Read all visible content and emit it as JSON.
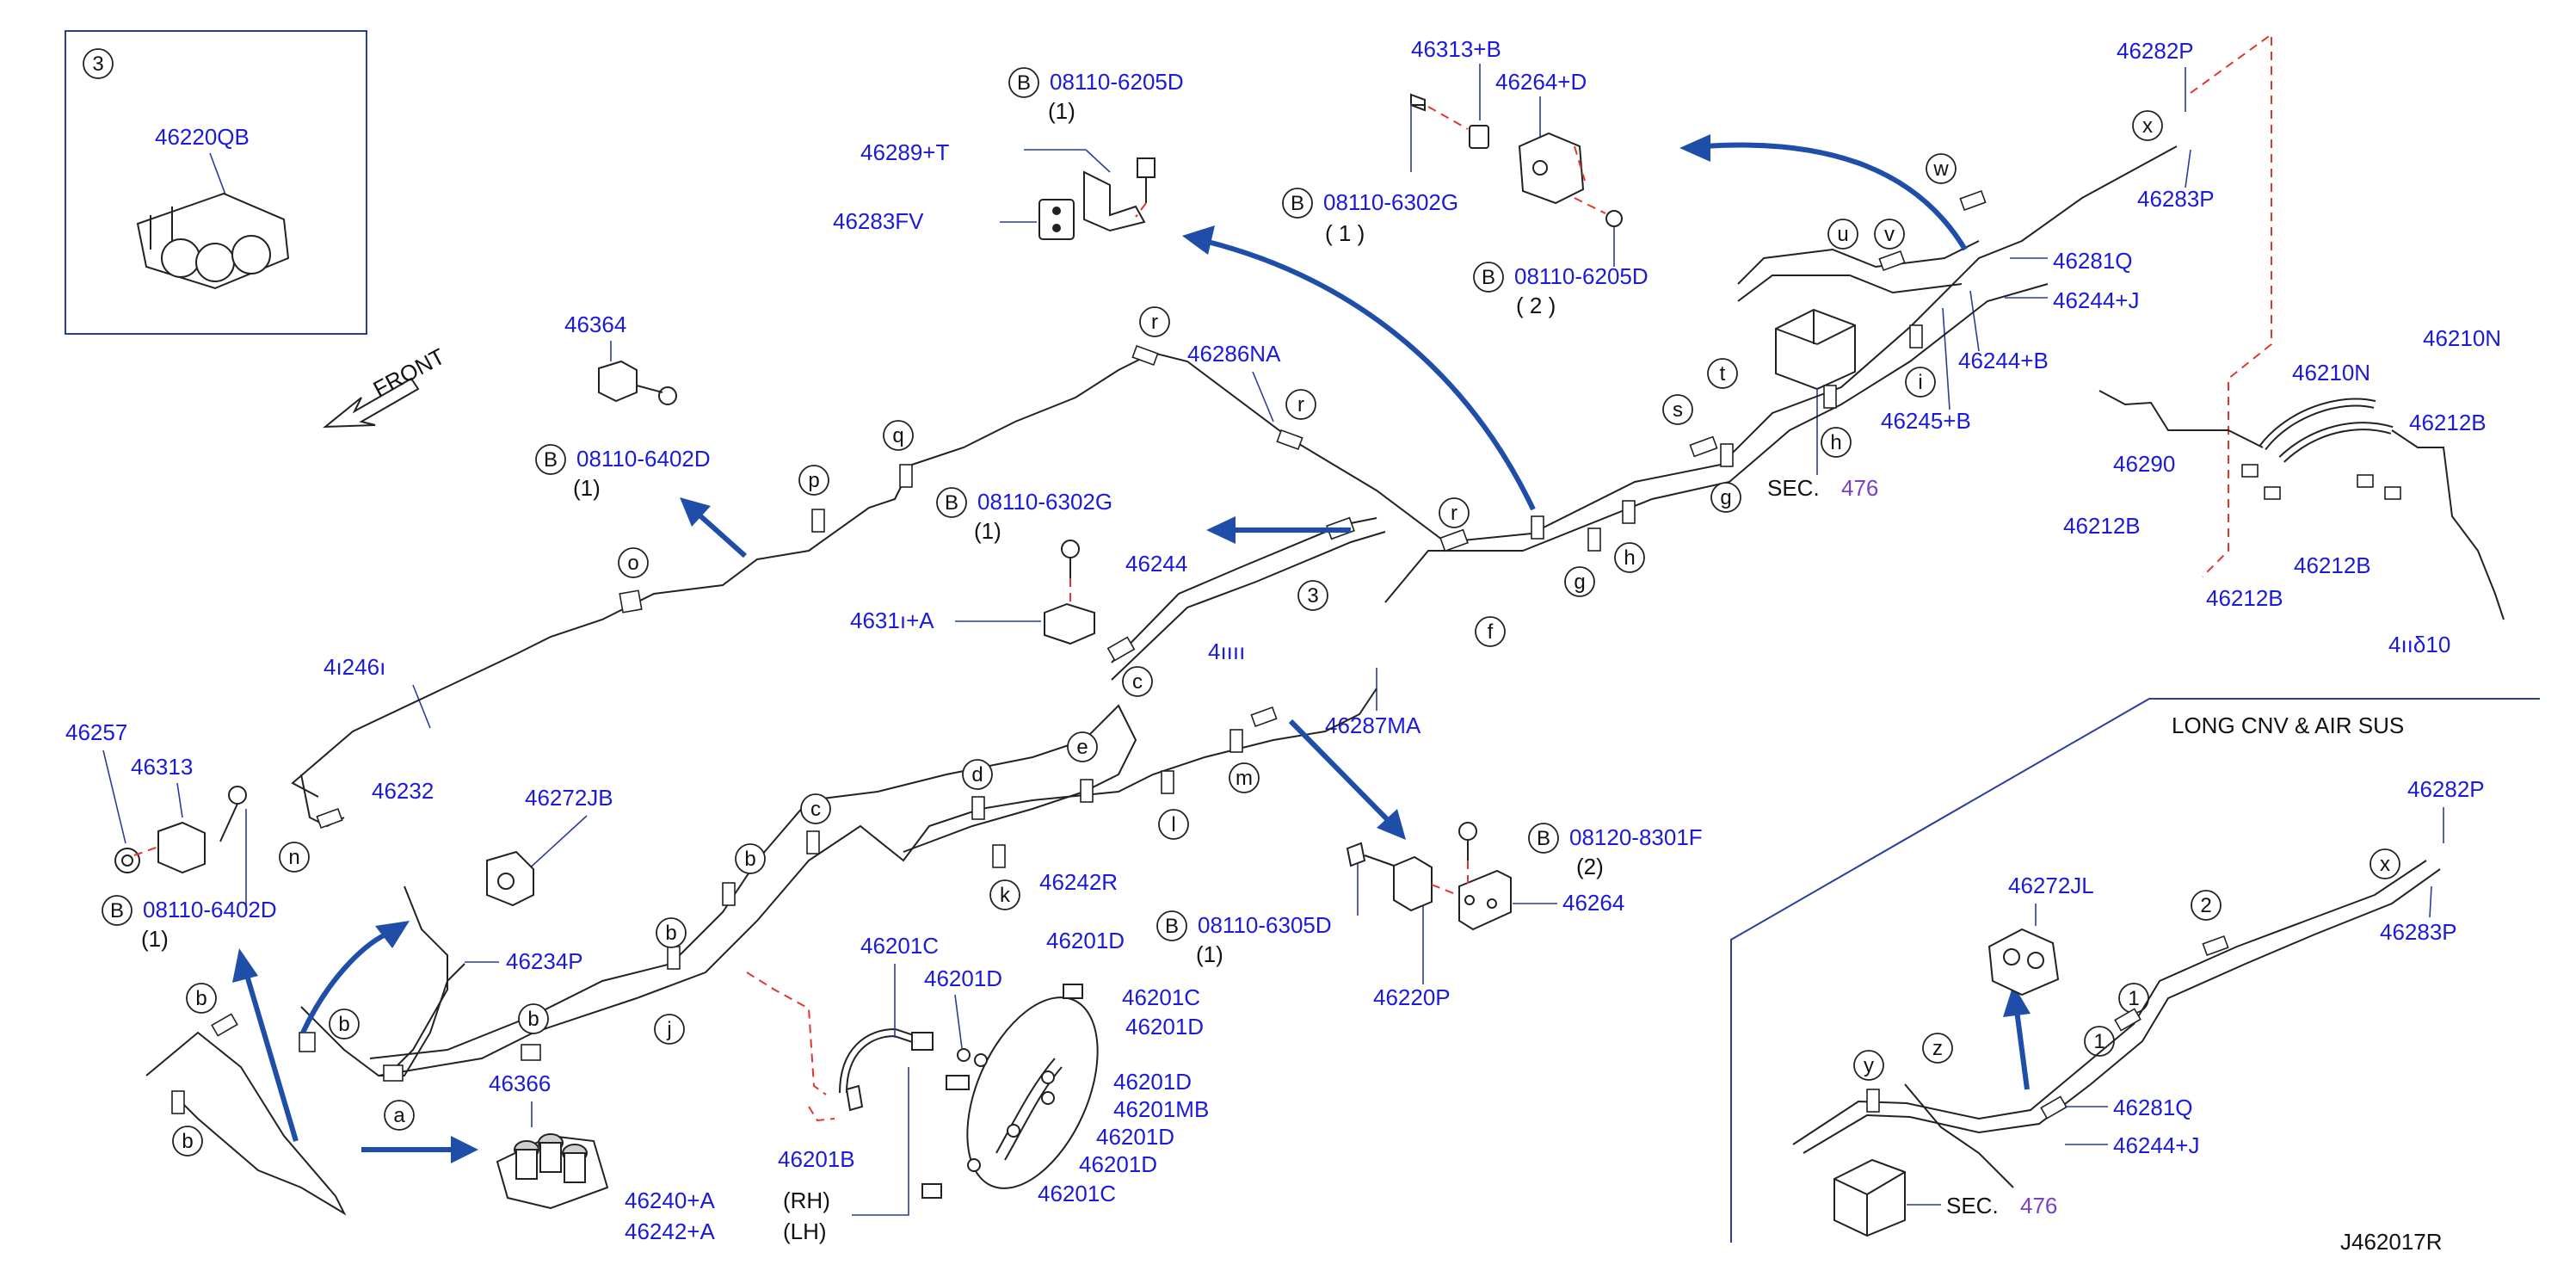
{
  "diagram_id": "J462017R",
  "front_label": "FRONT",
  "inset_variant_title": "LONG   CNV   &   AIR   SUS",
  "inset_box_number": "3",
  "section_ref": {
    "prefix": "SEC.",
    "number": "476"
  },
  "part_numbers": {
    "p46220QB": "46220QB",
    "p08110_6205D_a": "08110-6205D",
    "p46289T": "46289+T",
    "p46283FV": "46283FV",
    "p46313B": "46313+B",
    "p46264D": "46264+D",
    "p08110_6302G_a": "08110-6302G",
    "p08110_6205D_b": "08110-6205D",
    "p46282P_a": "46282P",
    "p46283P_a": "46283P",
    "p46281Q_a": "46281Q",
    "p46244J_a": "46244+J",
    "p46244B": "46244+B",
    "p46245B": "46245+B",
    "p46210N_a": "46210N",
    "p46210N_b": "46210N",
    "p46212B_a": "46212B",
    "p46290": "46290",
    "p46212B_b": "46212B",
    "p46212B_c": "46212B",
    "p46212B_d": "46212B",
    "p46210_partial": "4ııδ10",
    "p46364": "46364",
    "p08110_6402D_a": "08110-6402D",
    "p46286NA": "46286NA",
    "p08110_6302G_b": "08110-6302G",
    "p46244": "46244",
    "p46313A_partial": "4631ı+A",
    "p46245_partial": "4ıııı",
    "p46240_partial": "4ı246ı",
    "p46287MA": "46287MA",
    "p46257": "46257",
    "p46313": "46313",
    "p46232": "46232",
    "p46272JB": "46272JB",
    "p08110_6402D_b": "08110-6402D",
    "p46242R": "46242R",
    "p08120_8301F": "08120-8301F",
    "p46264": "46264",
    "p08110_6305D": "08110-6305D",
    "p46220P": "46220P",
    "p46234P": "46234P",
    "p46201C_a": "46201C",
    "p46201D_a": "46201D",
    "p46201D_b": "46201D",
    "p46201C_b": "46201C",
    "p46201D_c": "46201D",
    "p46201D_d": "46201D",
    "p46201MB": "46201MB",
    "p46201D_e": "46201D",
    "p46201D_f": "46201D",
    "p46201C_c": "46201C",
    "p46201B": "46201B",
    "p46366": "46366",
    "p46240A": "46240+A",
    "p46242A": "46242+A",
    "p46272JL": "46272JL",
    "p46282P_b": "46282P",
    "p46283P_b": "46283P",
    "p46281Q_b": "46281Q",
    "p46244J_b": "46244+J"
  },
  "qty": {
    "q1_a": "(1)",
    "q1_b": "( 1 )",
    "q2_a": "( 2 )",
    "q1_c": "(1)",
    "q1_d": "(1)",
    "q1_e": "(1)",
    "q2_b": "(2)",
    "q1_f": "(1)"
  },
  "side_labels": {
    "rh": "(RH)",
    "lh": "(LH)"
  },
  "bolt_mark": "B",
  "callouts": {
    "a": "a",
    "b": "b",
    "c": "c",
    "d": "d",
    "e": "e",
    "f": "f",
    "g": "g",
    "h": "h",
    "i": "i",
    "j": "j",
    "k": "k",
    "l": "l",
    "m": "m",
    "n": "n",
    "o": "o",
    "p": "p",
    "q": "q",
    "r": "r",
    "s": "s",
    "t": "t",
    "u": "u",
    "v": "v",
    "w": "w",
    "x": "x",
    "y": "y",
    "z": "z",
    "n1": "1",
    "n2": "2",
    "n3": "3"
  },
  "colors": {
    "part_number": "#1a1adb",
    "section_number": "#7a3fc9",
    "arrow": "#1f4ea8",
    "dashed_leader": "#e3342f",
    "line": "#222222"
  }
}
